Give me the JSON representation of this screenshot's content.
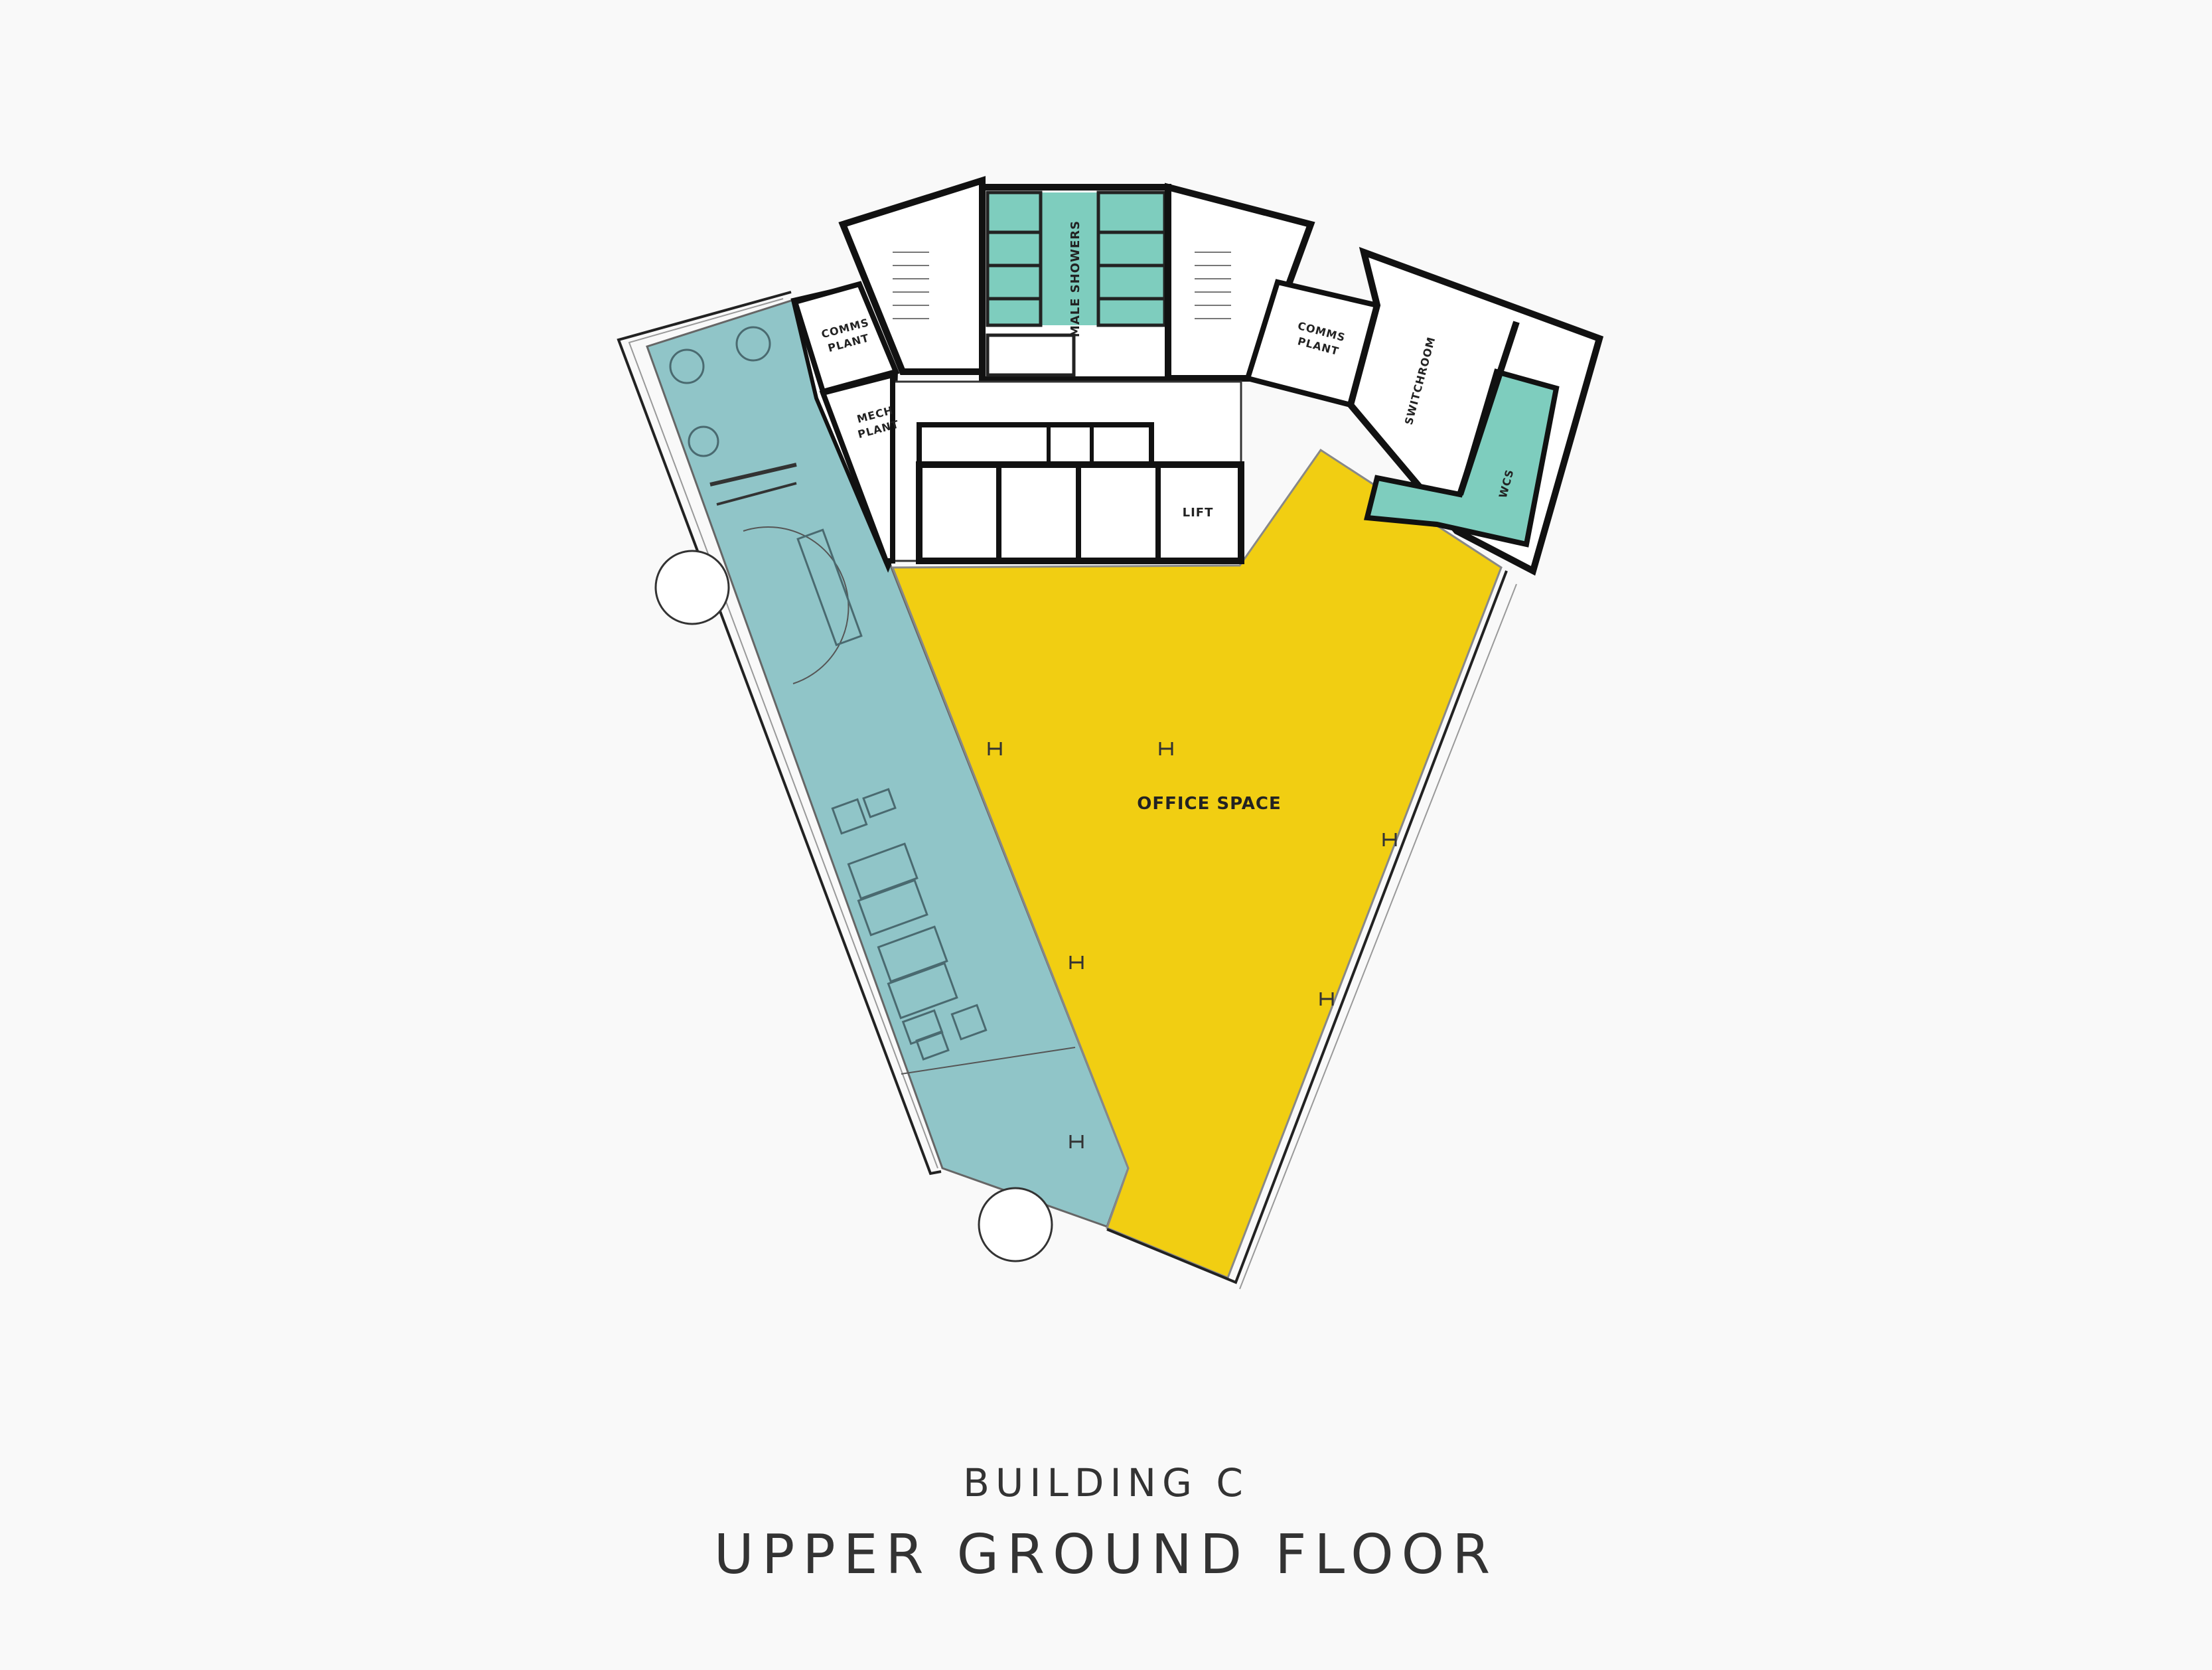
{
  "title": "BUILDING C",
  "subtitle": "UPPER GROUND FLOOR",
  "colors": {
    "office": "#f1ce12",
    "terrace": "#90c5c8",
    "wet_rooms": "#7ecdbe",
    "walls": "#111111",
    "background": "#f9f9f9"
  },
  "rooms": {
    "office_space": "OFFICE SPACE",
    "male_showers": "MALE SHOWERS",
    "comms_plant_left_1": "COMMS",
    "comms_plant_left_2": "PLANT",
    "mech_plant_1": "MECH",
    "mech_plant_2": "PLANT",
    "comms_plant_right_1": "COMMS",
    "comms_plant_right_2": "PLANT",
    "switchroom": "SWITCHROOM",
    "wcs": "WCS",
    "lift": "LIFT"
  },
  "icons": {
    "column": "column-marker-icon",
    "door": "door-swing-icon",
    "stair": "stair-icon",
    "table": "round-table-icon",
    "sofa": "sofa-icon"
  }
}
